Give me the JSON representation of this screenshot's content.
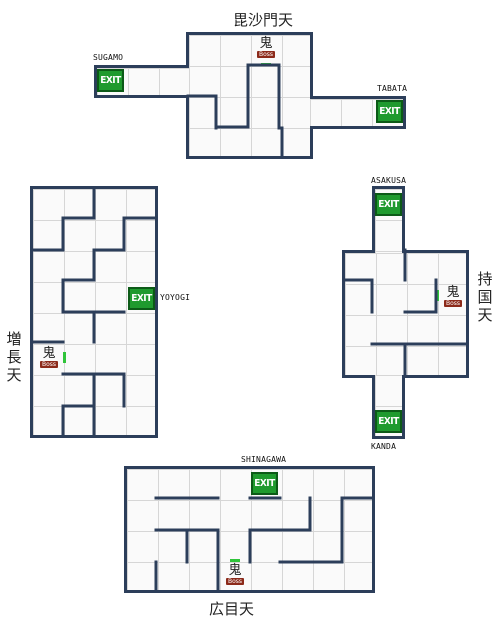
{
  "maps": {
    "north": {
      "title": "毘沙門天",
      "exits": [
        "SUGAMO",
        "TABATA"
      ],
      "exit_label": "EXIT",
      "boss_label": "Boss"
    },
    "west": {
      "title": "増長天",
      "exit_station": "YOYOGI",
      "exit_label": "EXIT",
      "boss_label": "Boss"
    },
    "east": {
      "title": "持国天",
      "exits": [
        "ASAKUSA",
        "KANDA"
      ],
      "exit_label": "EXIT",
      "boss_label": "Boss"
    },
    "south": {
      "title": "広目天",
      "exit_station": "SHINAGAWA",
      "exit_label": "EXIT",
      "boss_label": "Boss"
    }
  },
  "colors": {
    "wall": "#2c3e5a",
    "exit": "#1f9a2e",
    "boss_tag": "#8c2a1a",
    "door": "#2fc43a"
  },
  "boss_icon": "demon-face-icon"
}
